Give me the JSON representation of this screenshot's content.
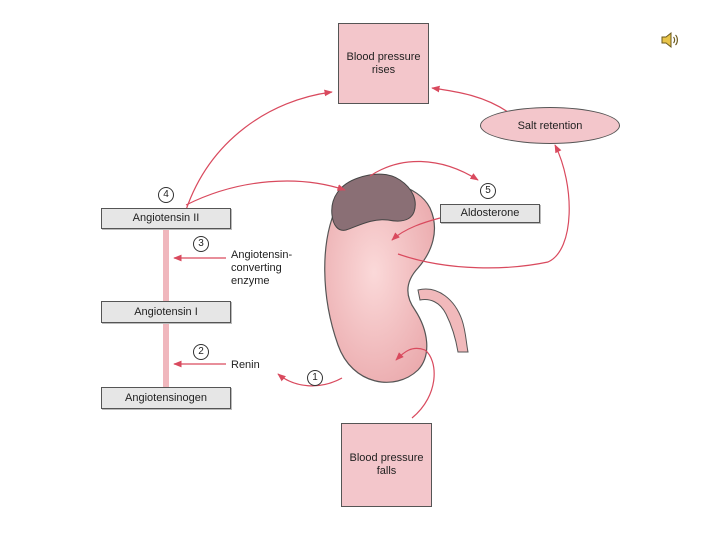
{
  "boxes": {
    "bp_rises": "Blood pressure rises",
    "bp_falls": "Blood pressure falls",
    "salt": "Salt retention",
    "aldosterone": "Aldosterone",
    "ang2": "Angiotensin II",
    "ang1": "Angiotensin I",
    "angiotensinogen": "Angiotensinogen"
  },
  "labels": {
    "ace": "Angiotensin-converting enzyme",
    "renin": "Renin"
  },
  "steps": {
    "s1": "1",
    "s2": "2",
    "s3": "3",
    "s4": "4",
    "s5": "5"
  },
  "icons": {
    "speaker": "speaker-icon"
  },
  "colors": {
    "pink_box": "#f3c6cb",
    "arrow": "#d94a5e",
    "kidney": "#f6c4c4",
    "adrenal": "#8a6f75",
    "grey_box": "#e6e6e6"
  }
}
